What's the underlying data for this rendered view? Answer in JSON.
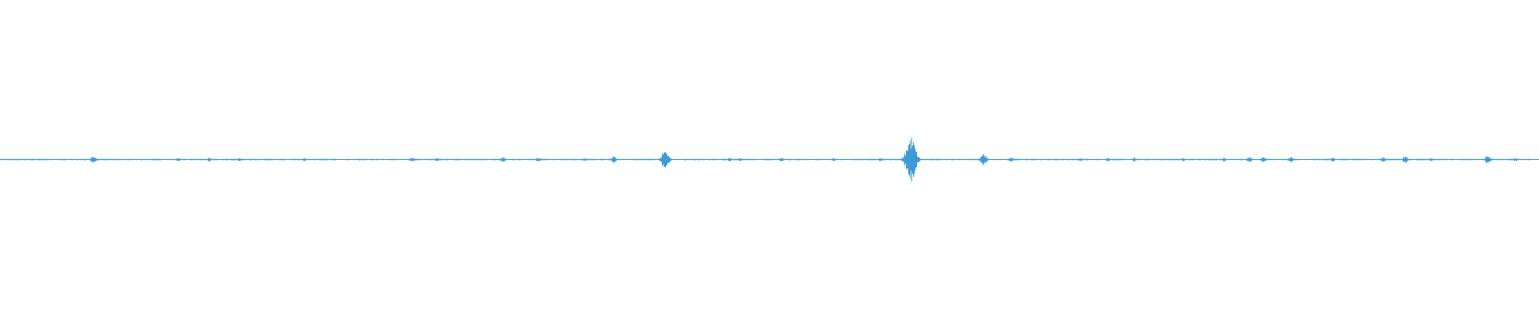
{
  "waveform": {
    "color": "#3d9ad6",
    "background": "#ffffff",
    "baseline_level": 0.0,
    "bursts": [
      {
        "pos": 0.0605,
        "amp": 0.025
      },
      {
        "pos": 0.062,
        "amp": 0.015
      },
      {
        "pos": 0.116,
        "amp": 0.01
      },
      {
        "pos": 0.136,
        "amp": 0.012
      },
      {
        "pos": 0.156,
        "amp": 0.01
      },
      {
        "pos": 0.198,
        "amp": 0.01
      },
      {
        "pos": 0.268,
        "amp": 0.016
      },
      {
        "pos": 0.284,
        "amp": 0.01
      },
      {
        "pos": 0.327,
        "amp": 0.018
      },
      {
        "pos": 0.35,
        "amp": 0.016
      },
      {
        "pos": 0.38,
        "amp": 0.01
      },
      {
        "pos": 0.399,
        "amp": 0.022
      },
      {
        "pos": 0.432,
        "amp": 0.065
      },
      {
        "pos": 0.434,
        "amp": 0.03
      },
      {
        "pos": 0.474,
        "amp": 0.012
      },
      {
        "pos": 0.481,
        "amp": 0.01
      },
      {
        "pos": 0.508,
        "amp": 0.012
      },
      {
        "pos": 0.542,
        "amp": 0.01
      },
      {
        "pos": 0.572,
        "amp": 0.012
      },
      {
        "pos": 0.592,
        "amp": 0.15
      },
      {
        "pos": 0.5935,
        "amp": 0.06
      },
      {
        "pos": 0.639,
        "amp": 0.045
      },
      {
        "pos": 0.657,
        "amp": 0.016
      },
      {
        "pos": 0.702,
        "amp": 0.01
      },
      {
        "pos": 0.72,
        "amp": 0.012
      },
      {
        "pos": 0.737,
        "amp": 0.012
      },
      {
        "pos": 0.769,
        "amp": 0.01
      },
      {
        "pos": 0.795,
        "amp": 0.012
      },
      {
        "pos": 0.812,
        "amp": 0.018
      },
      {
        "pos": 0.821,
        "amp": 0.02
      },
      {
        "pos": 0.839,
        "amp": 0.022
      },
      {
        "pos": 0.866,
        "amp": 0.012
      },
      {
        "pos": 0.899,
        "amp": 0.018
      },
      {
        "pos": 0.913,
        "amp": 0.022
      },
      {
        "pos": 0.93,
        "amp": 0.012
      },
      {
        "pos": 0.967,
        "amp": 0.03
      },
      {
        "pos": 0.985,
        "amp": 0.012
      }
    ]
  }
}
